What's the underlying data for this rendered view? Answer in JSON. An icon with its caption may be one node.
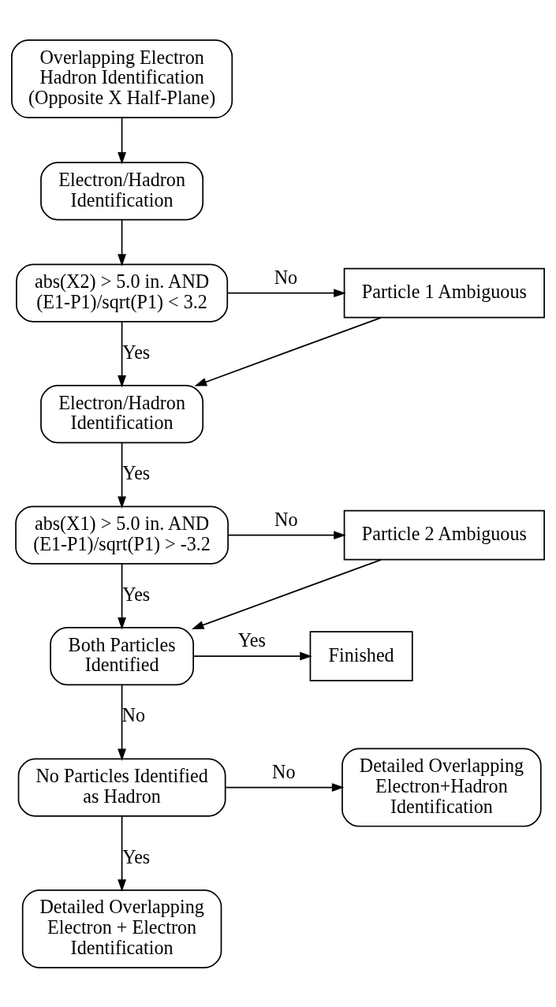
{
  "diagram": {
    "nodes": [
      {
        "text": [
          "Overlapping Electron Hadron Identification (Opposite X Half-Plane)"
        ]
      },
      {
        "text": [
          "Electron/Hadron Identification"
        ]
      },
      {
        "text": [
          "abs(X2) > 5.0 in. AND (E1-P1)/sqrt(P1) < 3.2"
        ]
      },
      {
        "text": [
          "Particle 1 Ambiguous"
        ]
      },
      {
        "text": [
          "Electron/Hadron Identification"
        ]
      },
      {
        "text": [
          "abs(X1) > 5.0 in. AND (E1-P1)/sqrt(P1) > -3.2"
        ]
      },
      {
        "text": [
          "Particle 2 Ambiguous"
        ]
      },
      {
        "text": [
          "Both Particles Identified"
        ]
      },
      {
        "text": [
          "Finished"
        ]
      },
      {
        "text": [
          "No Particles Identified as Hadron"
        ]
      },
      {
        "text": [
          "Detailed Overlapping Electron+Hadron Identification"
        ]
      },
      {
        "text": [
          "Detailed Overlapping Electron + Electron Identification"
        ]
      }
    ],
    "edges": [
      {
        "from": 0,
        "to": 1,
        "arrow": "to"
      },
      {
        "from": 1,
        "to": 2,
        "arrow": "to"
      },
      {
        "from": 2,
        "to": 3,
        "arrow": "to",
        "label": "No"
      },
      {
        "from": 2,
        "to": 4,
        "arrow": "to",
        "label": "Yes"
      },
      {
        "from": 3,
        "to": 4,
        "arrow": "to"
      },
      {
        "from": 4,
        "to": 5,
        "arrow": "to",
        "label": "Yes"
      },
      {
        "from": 5,
        "to": 6,
        "arrow": "to",
        "label": "No"
      },
      {
        "from": 5,
        "to": 7,
        "arrow": "to",
        "label": "Yes"
      },
      {
        "from": 6,
        "to": 7,
        "arrow": "to"
      },
      {
        "from": 7,
        "to": 8,
        "arrow": "to",
        "label": "Yes"
      },
      {
        "from": 7,
        "to": 9,
        "arrow": "to",
        "label": "No"
      },
      {
        "from": 9,
        "to": 10,
        "arrow": "to",
        "label": "No"
      },
      {
        "from": 9,
        "to": 11,
        "arrow": "to",
        "label": "Yes"
      }
    ]
  }
}
